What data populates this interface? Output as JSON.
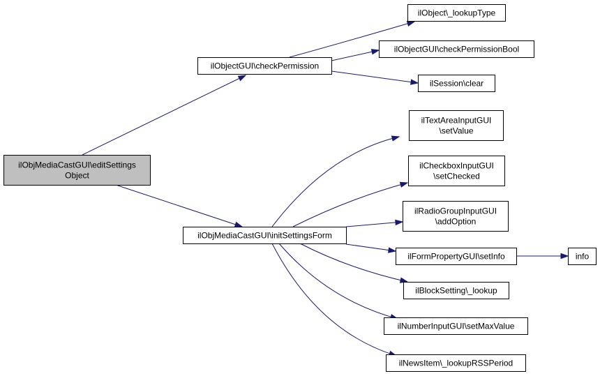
{
  "diagram": {
    "nodes": [
      {
        "id": "root",
        "lines": [
          "ilObjMediaCastGUI\\editSettings",
          "Object"
        ]
      },
      {
        "id": "checkPermission",
        "lines": [
          "ilObjectGUI\\checkPermission"
        ]
      },
      {
        "id": "initSettingsForm",
        "lines": [
          "ilObjMediaCastGUI\\initSettingsForm"
        ]
      },
      {
        "id": "lookupType",
        "lines": [
          "ilObject\\_lookupType"
        ]
      },
      {
        "id": "checkPermissionBool",
        "lines": [
          "ilObjectGUI\\checkPermissionBool"
        ]
      },
      {
        "id": "sessionClear",
        "lines": [
          "ilSession\\clear"
        ]
      },
      {
        "id": "textAreaSetValue",
        "lines": [
          "ilTextAreaInputGUI",
          "\\setValue"
        ]
      },
      {
        "id": "checkboxSetChecked",
        "lines": [
          "ilCheckboxInputGUI",
          "\\setChecked"
        ]
      },
      {
        "id": "radioAddOption",
        "lines": [
          "ilRadioGroupInputGUI",
          "\\addOption"
        ]
      },
      {
        "id": "formPropSetInfo",
        "lines": [
          "ilFormPropertyGUI\\setInfo"
        ]
      },
      {
        "id": "info",
        "lines": [
          "info"
        ]
      },
      {
        "id": "blockLookup",
        "lines": [
          "ilBlockSetting\\_lookup"
        ]
      },
      {
        "id": "numberSetMaxValue",
        "lines": [
          "ilNumberInputGUI\\setMaxValue"
        ]
      },
      {
        "id": "newsLookupRSS",
        "lines": [
          "ilNewsItem\\_lookupRSSPeriod"
        ]
      }
    ],
    "edges": [
      {
        "from": "root",
        "to": "checkPermission"
      },
      {
        "from": "root",
        "to": "initSettingsForm"
      },
      {
        "from": "checkPermission",
        "to": "lookupType"
      },
      {
        "from": "checkPermission",
        "to": "checkPermissionBool"
      },
      {
        "from": "checkPermission",
        "to": "sessionClear"
      },
      {
        "from": "initSettingsForm",
        "to": "textAreaSetValue"
      },
      {
        "from": "initSettingsForm",
        "to": "checkboxSetChecked"
      },
      {
        "from": "initSettingsForm",
        "to": "radioAddOption"
      },
      {
        "from": "initSettingsForm",
        "to": "formPropSetInfo"
      },
      {
        "from": "initSettingsForm",
        "to": "blockLookup"
      },
      {
        "from": "initSettingsForm",
        "to": "numberSetMaxValue"
      },
      {
        "from": "initSettingsForm",
        "to": "newsLookupRSS"
      },
      {
        "from": "formPropSetInfo",
        "to": "info"
      }
    ],
    "colors": {
      "edge": "#191970",
      "root_fill": "#bfbfbf",
      "node_fill": "#ffffff",
      "node_border": "#000000"
    }
  }
}
